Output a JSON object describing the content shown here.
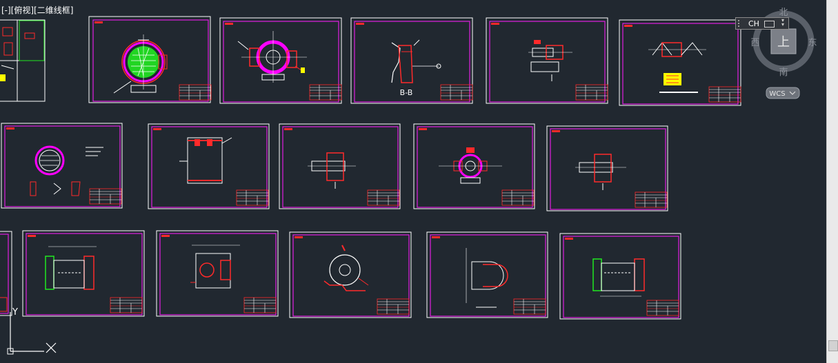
{
  "viewport": {
    "label": "[-][俯视][二维线框]"
  },
  "viewcube": {
    "north": "北",
    "south": "南",
    "east": "东",
    "west": "西",
    "face": "上",
    "wcs": "WCS"
  },
  "ime": {
    "text": "CH"
  },
  "ucs": {
    "y_label": "Y"
  },
  "sheets": [
    {
      "caption": ""
    },
    {
      "caption": ""
    },
    {
      "caption": "B-B"
    },
    {
      "caption": ""
    },
    {
      "caption": ""
    }
  ],
  "colors": {
    "background": "#212830",
    "sheet_border": "#ffffff",
    "frame": "#e21ee2",
    "drawing_red": "#ff2a2a",
    "drawing_white": "#ffffff",
    "drawing_green": "#21e821",
    "drawing_yellow": "#ffff00",
    "drawing_magenta": "#ff00ff"
  },
  "icons": {
    "ime_keyboard": "keyboard-icon",
    "ucs": "ucs-axis-icon",
    "compass": "viewcube-icon"
  }
}
